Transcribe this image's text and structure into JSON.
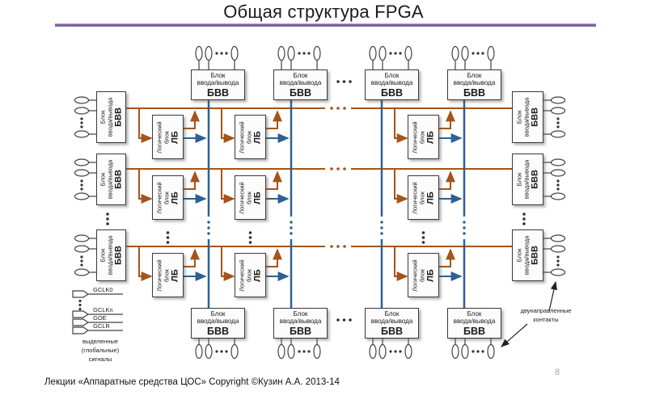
{
  "slide": {
    "title": "Общая структура FPGA",
    "page_number": "8",
    "footer": "Лекции «Аппаратные средства ЦОС» Copyright ©Кузин А.А. 2013-14"
  },
  "blocks": {
    "io_block": {
      "line1": "Блок",
      "line2": "ввода/вывода",
      "abbr": "БВВ"
    },
    "logic_block": {
      "line1": "Логический",
      "line2": "блок",
      "abbr": "ЛБ"
    }
  },
  "global_signals": {
    "labels": [
      "GCLK0",
      "GCLKn",
      "GOE",
      "GCLR"
    ],
    "caption": "выделенные\n(глобальные)\nсигналы"
  },
  "annotations": {
    "bidirectional_contacts": "двунаправленные\nконтакты"
  },
  "colors": {
    "horizontal_routing": "#A5541A",
    "vertical_routing": "#2E6093",
    "title_rule": "#8064A2",
    "block_border": "#3A3A3A",
    "pin_outline": "#404040",
    "page_number": "#A8A8A8"
  }
}
